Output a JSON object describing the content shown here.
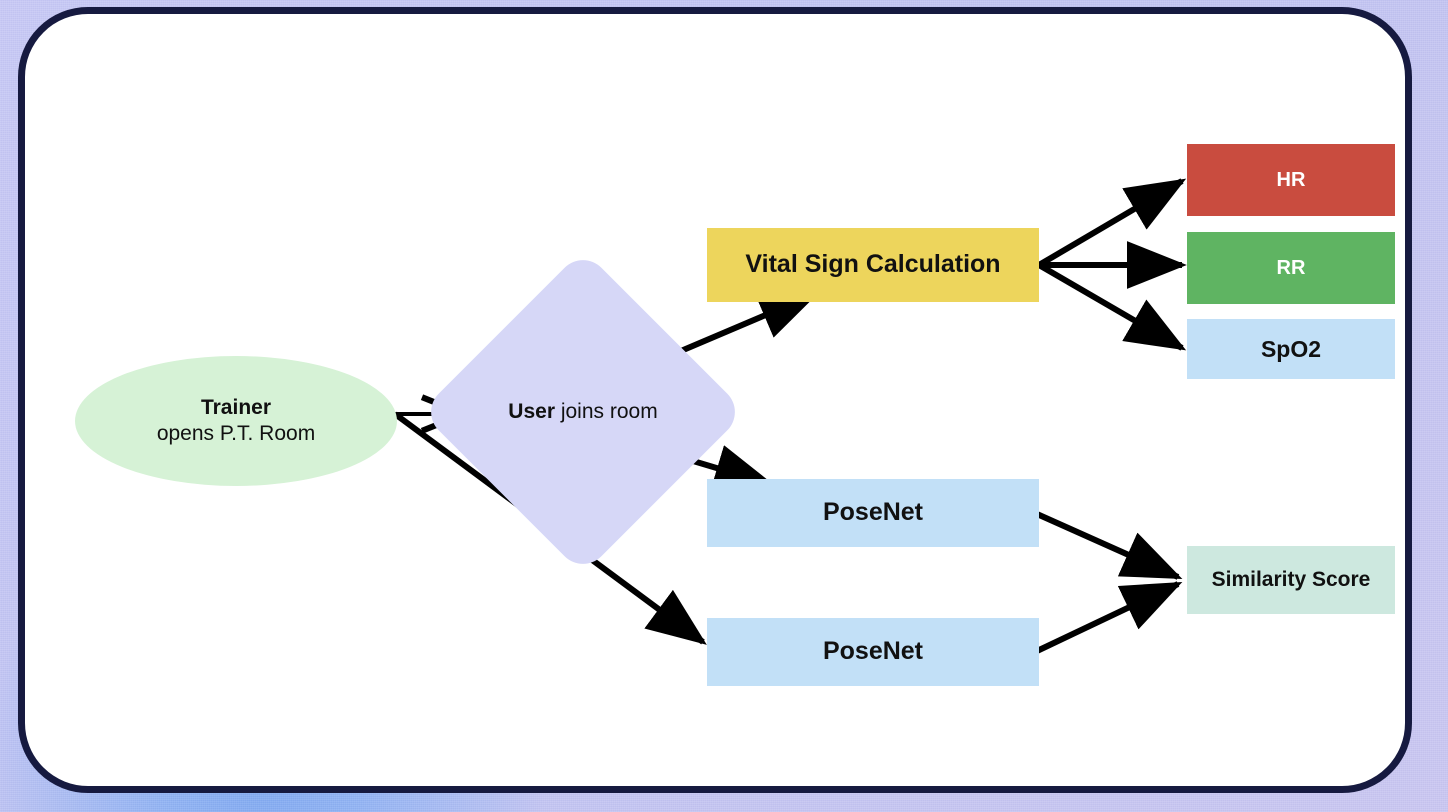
{
  "page": {
    "kind": "flow-diagram",
    "card_border_color": "#161a40",
    "card_background": "#ffffff",
    "page_background": "#c3c5f2"
  },
  "diagram": {
    "nodes": [
      {
        "id": "trainer",
        "shape": "ellipse",
        "label_bold": "Trainer",
        "label_rest": " opens P.T. Room",
        "text": "Trainer opens P.T. Room",
        "fill": "#d6f2d6",
        "text_color": "#111111"
      },
      {
        "id": "user-joins",
        "shape": "diamond",
        "label_bold": "User",
        "label_rest": " joins room",
        "text": "User joins room",
        "fill": "#d6d7f7",
        "text_color": "#111111"
      },
      {
        "id": "vital-sign-calculation",
        "shape": "rect",
        "text": "Vital Sign Calculation",
        "fill": "#edd55c",
        "text_color": "#111111"
      },
      {
        "id": "hr",
        "shape": "rect",
        "text": "HR",
        "fill": "#c94c3f",
        "text_color": "#ffffff"
      },
      {
        "id": "rr",
        "shape": "rect",
        "text": "RR",
        "fill": "#5fb462",
        "text_color": "#ffffff"
      },
      {
        "id": "spo2",
        "shape": "rect",
        "text": "SpO2",
        "fill": "#c2e0f7",
        "text_color": "#111111"
      },
      {
        "id": "posenet-top",
        "shape": "rect",
        "text": "PoseNet",
        "fill": "#c2e0f7",
        "text_color": "#111111"
      },
      {
        "id": "posenet-bottom",
        "shape": "rect",
        "text": "PoseNet",
        "fill": "#c2e0f7",
        "text_color": "#111111"
      },
      {
        "id": "similarity-score",
        "shape": "rect",
        "text": "Similarity Score",
        "fill": "#cde8df",
        "text_color": "#111111"
      }
    ],
    "edges": [
      {
        "id": "trainer-to-user",
        "from": "trainer",
        "to": "user-joins"
      },
      {
        "id": "trainer-to-posenet-bottom",
        "from": "trainer",
        "to": "posenet-bottom"
      },
      {
        "id": "user-to-vital-sign",
        "from": "user-joins",
        "to": "vital-sign-calculation"
      },
      {
        "id": "user-to-posenet-top",
        "from": "user-joins",
        "to": "posenet-top"
      },
      {
        "id": "vital-sign-to-hr",
        "from": "vital-sign-calculation",
        "to": "hr"
      },
      {
        "id": "vital-sign-to-rr",
        "from": "vital-sign-calculation",
        "to": "rr"
      },
      {
        "id": "vital-sign-to-spo2",
        "from": "vital-sign-calculation",
        "to": "spo2"
      },
      {
        "id": "posenet-top-to-similarity",
        "from": "posenet-top",
        "to": "similarity-score"
      },
      {
        "id": "posenet-bottom-to-similarity",
        "from": "posenet-bottom",
        "to": "similarity-score"
      }
    ],
    "edge_color": "#000000"
  }
}
